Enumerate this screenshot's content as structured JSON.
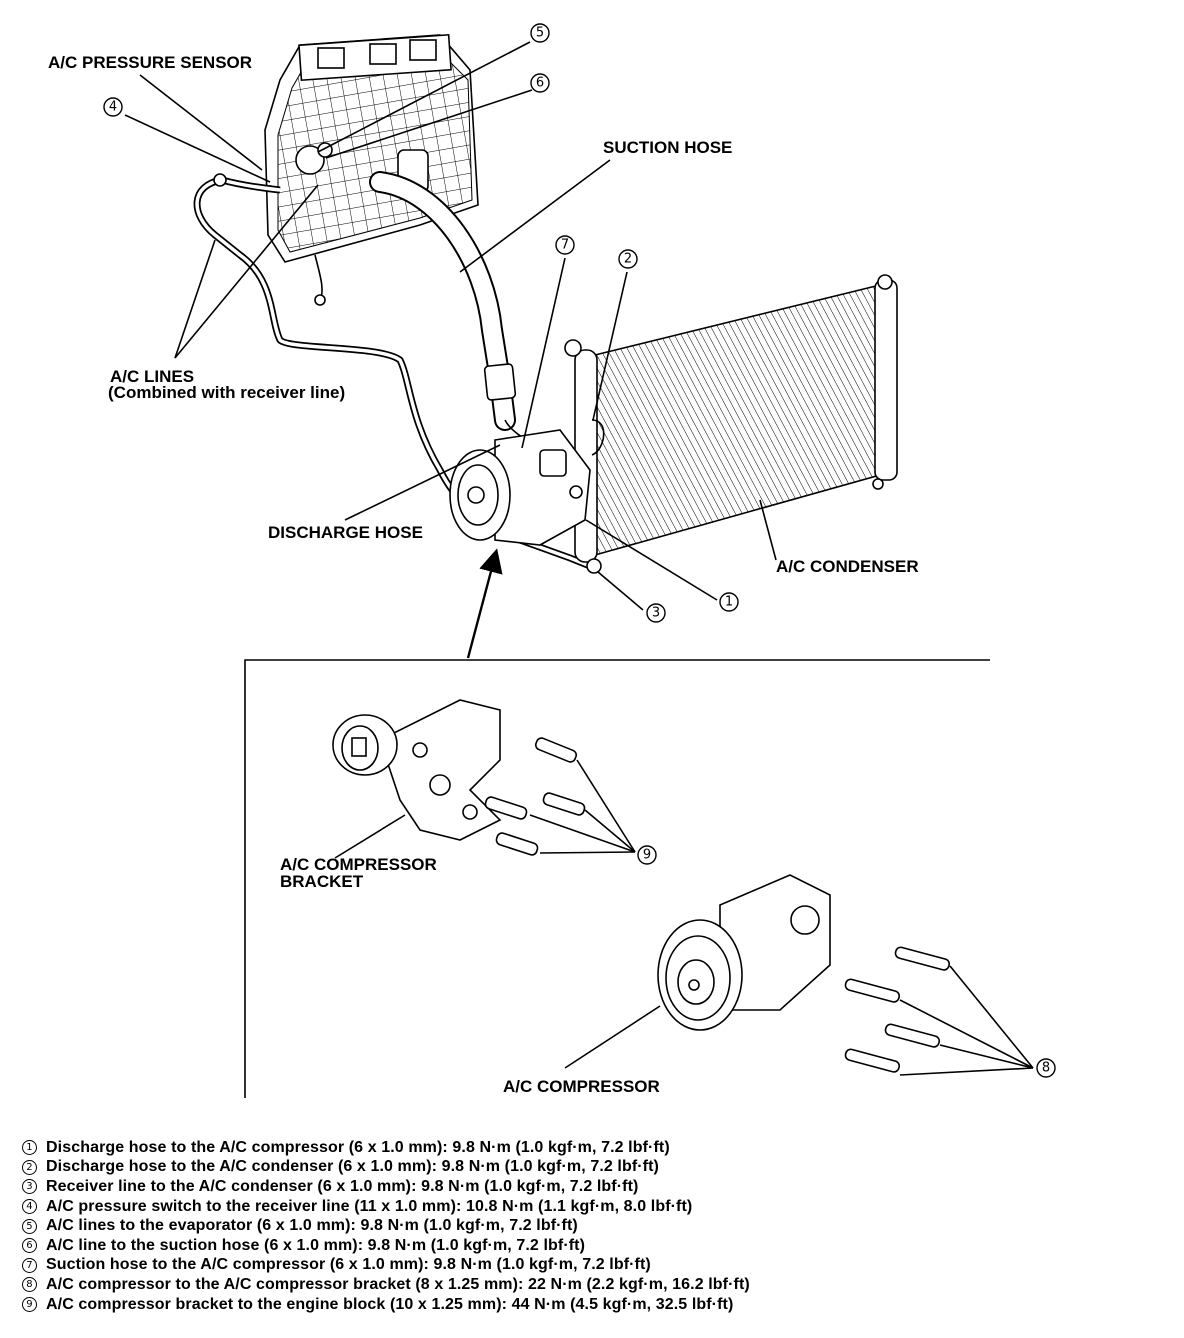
{
  "labels": {
    "pressure_sensor": "A/C PRESSURE SENSOR",
    "suction_hose": "SUCTION HOSE",
    "ac_lines": "A/C LINES",
    "ac_lines_note": "(Combined with receiver line)",
    "discharge_hose": "DISCHARGE HOSE",
    "condenser": "A/C CONDENSER",
    "bracket_line1": "A/C COMPRESSOR",
    "bracket_line2": "BRACKET",
    "compressor": "A/C COMPRESSOR"
  },
  "callouts": [
    "1",
    "2",
    "3",
    "4",
    "5",
    "6",
    "7",
    "8",
    "9"
  ],
  "legend": [
    {
      "num": "1",
      "text": "Discharge hose to the A/C compressor (6 x 1.0 mm): 9.8 N·m (1.0 kgf·m, 7.2 lbf·ft)"
    },
    {
      "num": "2",
      "text": "Discharge hose to the A/C condenser (6 x 1.0 mm): 9.8 N·m (1.0 kgf·m, 7.2 lbf·ft)"
    },
    {
      "num": "3",
      "text": "Receiver line to the A/C condenser (6 x 1.0 mm): 9.8 N·m (1.0 kgf·m, 7.2 lbf·ft)"
    },
    {
      "num": "4",
      "text": "A/C pressure switch to the receiver line (11 x 1.0 mm): 10.8 N·m (1.1 kgf·m, 8.0 lbf·ft)"
    },
    {
      "num": "5",
      "text": "A/C lines to the evaporator (6 x 1.0 mm): 9.8 N·m (1.0 kgf·m, 7.2 lbf·ft)"
    },
    {
      "num": "6",
      "text": "A/C line to the suction hose (6 x 1.0 mm): 9.8 N·m (1.0 kgf·m, 7.2 lbf·ft)"
    },
    {
      "num": "7",
      "text": "Suction hose to the A/C compressor (6 x 1.0 mm): 9.8 N·m (1.0 kgf·m, 7.2 lbf·ft)"
    },
    {
      "num": "8",
      "text": "A/C compressor to the A/C compressor bracket (8 x 1.25 mm): 22 N·m (2.2 kgf·m, 16.2 lbf·ft)"
    },
    {
      "num": "9",
      "text": "A/C compressor bracket to the engine block (10 x 1.25 mm): 44 N·m (4.5 kgf·m, 32.5 lbf·ft)"
    }
  ]
}
